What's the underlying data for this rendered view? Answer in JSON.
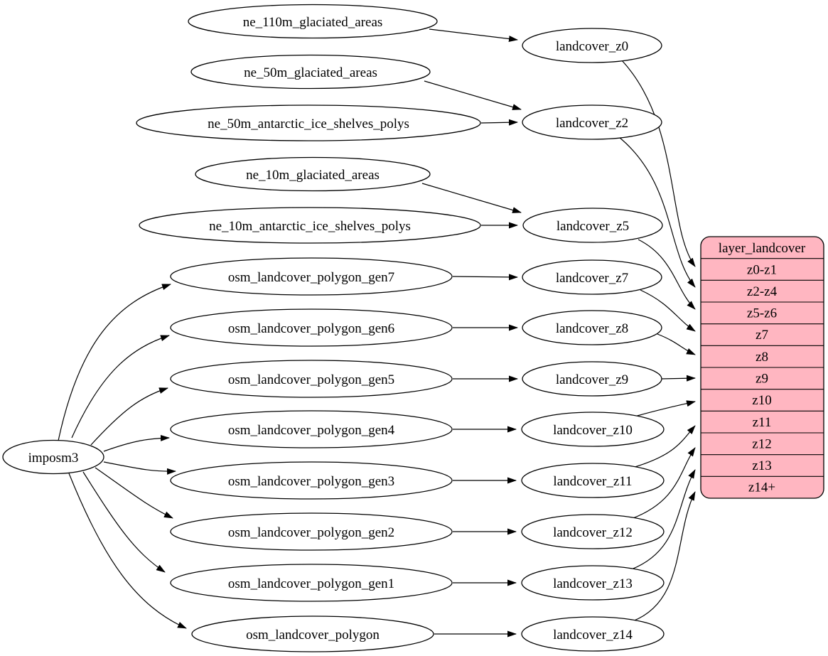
{
  "diagram": {
    "kind": "dependency-graph",
    "background": "#ffffff",
    "node_fill": "#ffffff",
    "node_stroke": "#000000",
    "edge_color": "#000000",
    "table_fill": "#ffb6c1"
  },
  "nodes": {
    "imposm3": "imposm3",
    "ne_110m": "ne_110m_glaciated_areas",
    "ne_50m_gl": "ne_50m_glaciated_areas",
    "ne_50m_ant": "ne_50m_antarctic_ice_shelves_polys",
    "ne_10m_gl": "ne_10m_glaciated_areas",
    "ne_10m_ant": "ne_10m_antarctic_ice_shelves_polys",
    "gen7": "osm_landcover_polygon_gen7",
    "gen6": "osm_landcover_polygon_gen6",
    "gen5": "osm_landcover_polygon_gen5",
    "gen4": "osm_landcover_polygon_gen4",
    "gen3": "osm_landcover_polygon_gen3",
    "gen2": "osm_landcover_polygon_gen2",
    "gen1": "osm_landcover_polygon_gen1",
    "polygon": "osm_landcover_polygon",
    "z0": "landcover_z0",
    "z2": "landcover_z2",
    "z5": "landcover_z5",
    "z7": "landcover_z7",
    "z8": "landcover_z8",
    "z9": "landcover_z9",
    "z10": "landcover_z10",
    "z11": "landcover_z11",
    "z12": "landcover_z12",
    "z13": "landcover_z13",
    "z14": "landcover_z14"
  },
  "table": {
    "title": "layer_landcover",
    "rows": [
      "z0-z1",
      "z2-z4",
      "z5-z6",
      "z7",
      "z8",
      "z9",
      "z10",
      "z11",
      "z12",
      "z13",
      "z14+"
    ]
  },
  "edges": [
    {
      "from": "imposm3",
      "to": "osm_landcover_polygon_gen7"
    },
    {
      "from": "imposm3",
      "to": "osm_landcover_polygon_gen6"
    },
    {
      "from": "imposm3",
      "to": "osm_landcover_polygon_gen5"
    },
    {
      "from": "imposm3",
      "to": "osm_landcover_polygon_gen4"
    },
    {
      "from": "imposm3",
      "to": "osm_landcover_polygon_gen3"
    },
    {
      "from": "imposm3",
      "to": "osm_landcover_polygon_gen2"
    },
    {
      "from": "imposm3",
      "to": "osm_landcover_polygon_gen1"
    },
    {
      "from": "imposm3",
      "to": "osm_landcover_polygon"
    },
    {
      "from": "ne_110m_glaciated_areas",
      "to": "landcover_z0"
    },
    {
      "from": "ne_50m_glaciated_areas",
      "to": "landcover_z2"
    },
    {
      "from": "ne_50m_antarctic_ice_shelves_polys",
      "to": "landcover_z2"
    },
    {
      "from": "ne_10m_glaciated_areas",
      "to": "landcover_z5"
    },
    {
      "from": "ne_10m_antarctic_ice_shelves_polys",
      "to": "landcover_z5"
    },
    {
      "from": "osm_landcover_polygon_gen7",
      "to": "landcover_z7"
    },
    {
      "from": "osm_landcover_polygon_gen6",
      "to": "landcover_z8"
    },
    {
      "from": "osm_landcover_polygon_gen5",
      "to": "landcover_z9"
    },
    {
      "from": "osm_landcover_polygon_gen4",
      "to": "landcover_z10"
    },
    {
      "from": "osm_landcover_polygon_gen3",
      "to": "landcover_z11"
    },
    {
      "from": "osm_landcover_polygon_gen2",
      "to": "landcover_z12"
    },
    {
      "from": "osm_landcover_polygon_gen1",
      "to": "landcover_z13"
    },
    {
      "from": "osm_landcover_polygon",
      "to": "landcover_z14"
    },
    {
      "from": "landcover_z0",
      "to": "layer_landcover:z0-z1"
    },
    {
      "from": "landcover_z2",
      "to": "layer_landcover:z2-z4"
    },
    {
      "from": "landcover_z5",
      "to": "layer_landcover:z5-z6"
    },
    {
      "from": "landcover_z7",
      "to": "layer_landcover:z7"
    },
    {
      "from": "landcover_z8",
      "to": "layer_landcover:z8"
    },
    {
      "from": "landcover_z9",
      "to": "layer_landcover:z9"
    },
    {
      "from": "landcover_z10",
      "to": "layer_landcover:z10"
    },
    {
      "from": "landcover_z11",
      "to": "layer_landcover:z11"
    },
    {
      "from": "landcover_z12",
      "to": "layer_landcover:z12"
    },
    {
      "from": "landcover_z13",
      "to": "layer_landcover:z13"
    },
    {
      "from": "landcover_z14",
      "to": "layer_landcover:z14+"
    }
  ]
}
